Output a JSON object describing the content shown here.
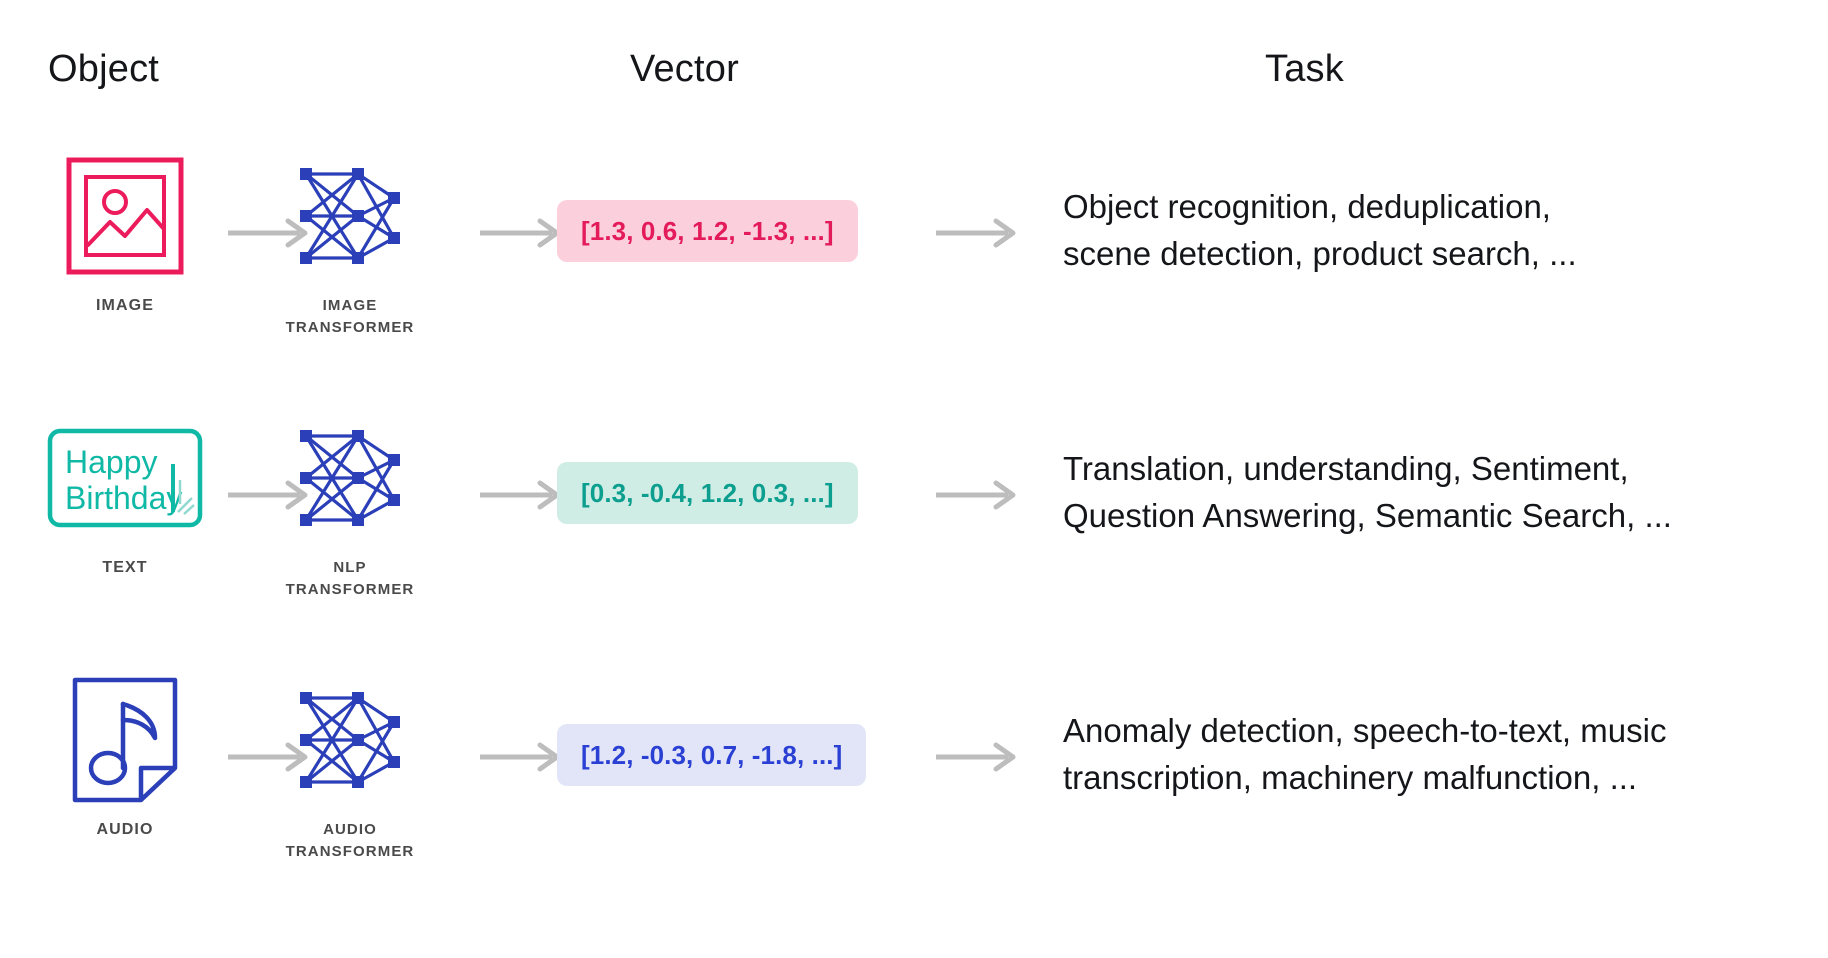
{
  "headers": {
    "object": "Object",
    "vector": "Vector",
    "task": "Task"
  },
  "colors": {
    "image_accent": "#EC1C5C",
    "text_accent": "#0FB9A6",
    "audio_accent": "#2A3FB8",
    "chip_pink_bg": "#FBD0DC",
    "chip_pink_fg": "#E41B5A",
    "chip_mint_bg": "#CFEDE5",
    "chip_mint_fg": "#0C9E8E",
    "chip_lavender_bg": "#E1E5F7",
    "chip_lavender_fg": "#2A3FD4",
    "arrow_gray": "#BDBDBD",
    "label_gray": "#4A4A4A",
    "body_text": "#15161A",
    "page_bg": "#FFFFFF"
  },
  "rows": [
    {
      "object": {
        "icon": "image-icon",
        "label": "IMAGE",
        "accent": "#EC1C5C"
      },
      "transformer": {
        "icon": "neural-network-icon",
        "label": "IMAGE\nTRANSFORMER",
        "accent": "#2A3FB8"
      },
      "vector": {
        "value": "[1.3, 0.6, 1.2, -1.3, ...]",
        "bg": "#FBD0DC",
        "fg": "#E41B5A"
      },
      "task": "Object recognition, deduplication,\nscene detection, product search, ...",
      "arrows": [
        "arrow-right-icon",
        "arrow-right-icon",
        "arrow-right-icon"
      ]
    },
    {
      "object": {
        "icon": "text-icon",
        "label": "TEXT",
        "accent": "#0FB9A6",
        "sample_line_1": "Happy",
        "sample_line_2": "Birthday"
      },
      "transformer": {
        "icon": "neural-network-icon",
        "label": "NLP\nTRANSFORMER",
        "accent": "#2A3FB8"
      },
      "vector": {
        "value": "[0.3, -0.4, 1.2, 0.3, ...]",
        "bg": "#CFEDE5",
        "fg": "#0C9E8E"
      },
      "task": "Translation, understanding, Sentiment,\nQuestion Answering, Semantic Search, ...",
      "arrows": [
        "arrow-right-icon",
        "arrow-right-icon",
        "arrow-right-icon"
      ]
    },
    {
      "object": {
        "icon": "audio-file-icon",
        "label": "AUDIO",
        "accent": "#2A3FB8"
      },
      "transformer": {
        "icon": "neural-network-icon",
        "label": "AUDIO\nTRANSFORMER",
        "accent": "#2A3FB8"
      },
      "vector": {
        "value": "[1.2, -0.3, 0.7, -1.8, ...]",
        "bg": "#E1E5F7",
        "fg": "#2A3FD4"
      },
      "task": "Anomaly detection, speech-to-text, music\ntranscription, machinery malfunction, ...",
      "arrows": [
        "arrow-right-icon",
        "arrow-right-icon",
        "arrow-right-icon"
      ]
    }
  ]
}
